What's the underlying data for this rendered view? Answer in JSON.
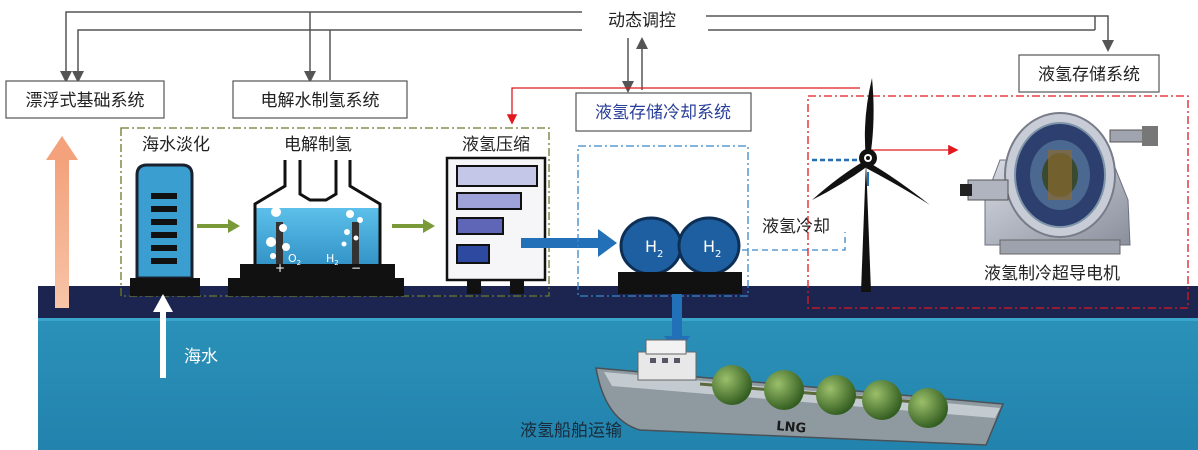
{
  "labels": {
    "dynamic_control": "动态调控",
    "floating_foundation": "漂浮式基础系统",
    "electrolysis_system": "电解水制氢系统",
    "lh2_storage_system": "液氢存储系统",
    "lh2_storage_cooling": "液氢存储冷却系统",
    "desalination": "海水淡化",
    "electrolysis": "电解制氢",
    "lh2_compression": "液氢压缩",
    "lh2_cooling": "液氢冷却",
    "seawater": "海水",
    "superconducting_motor": "液氢制冷超导电机",
    "ship_transport": "液氢船舶运输",
    "tank1_h": "H",
    "tank1_sub": "2",
    "tank2_h": "H",
    "tank2_sub": "2",
    "o2_o": "O",
    "o2_sub": "2",
    "h2_h": "H",
    "h2_sub": "2",
    "plus": "+",
    "minus": "−",
    "ship_text": "LNG"
  },
  "colors": {
    "sea_surface": "#1b2550",
    "sea": "#2a8fb5",
    "sea_dark": "#1f6f94",
    "control_line": "#555555",
    "red_line": "#e0191f",
    "green_dash": "#6b7a2a",
    "blue_dash": "#3a86c8",
    "red_dash": "#e0191f",
    "flow_green": "#7a9a3a",
    "flow_blue": "#2270b8",
    "orange_arrow": "#f0a070",
    "tank_blue": "#1d5fa0",
    "water_blue": "#4aa9d8"
  }
}
